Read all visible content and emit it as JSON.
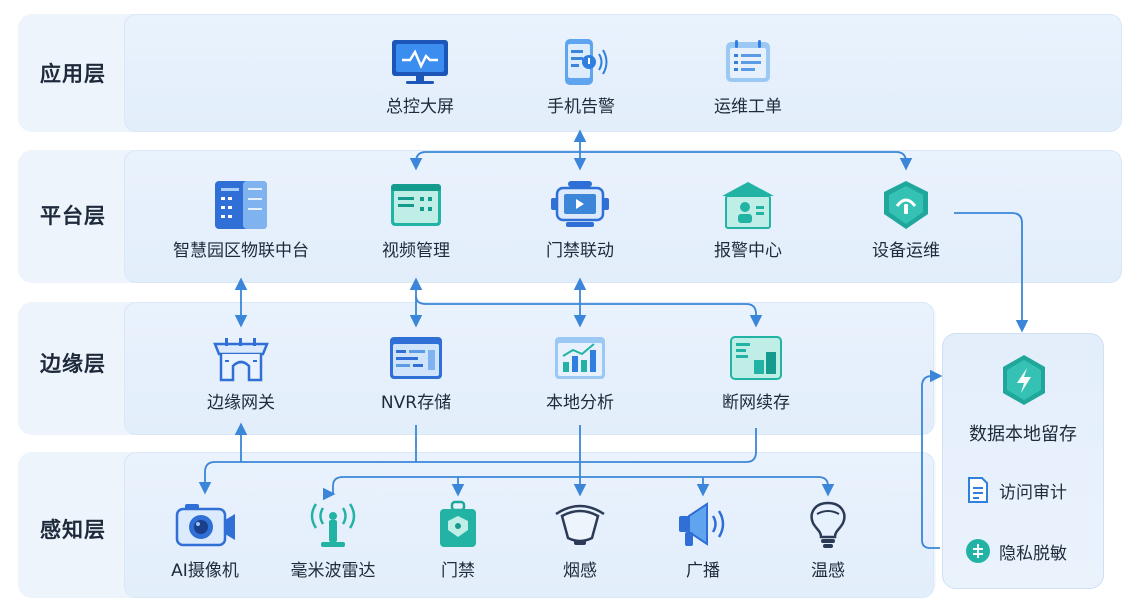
{
  "layers": {
    "app": "应用层",
    "platform": "平台层",
    "edge": "边缘层",
    "sense": "感知层"
  },
  "app_nodes": [
    "总控大屏",
    "手机告警",
    "运维工单"
  ],
  "platform_nodes": [
    "智慧园区物联中台",
    "视频管理",
    "门禁联动",
    "报警中心",
    "设备运维"
  ],
  "edge_nodes": [
    "边缘网关",
    "NVR存储",
    "本地分析",
    "断网续存"
  ],
  "sense_nodes": [
    "AI摄像机",
    "毫米波雷达",
    "门禁",
    "烟感",
    "广播",
    "温感"
  ],
  "side_panel": {
    "title": "数据本地留存",
    "items": [
      "访问审计",
      "隐私脱敏"
    ]
  },
  "icons": {
    "app": [
      "monitor-icon",
      "phone-alert-icon",
      "work-order-icon"
    ],
    "platform": [
      "server-icon",
      "video-panel-icon",
      "access-control-icon",
      "alarm-center-icon",
      "maintenance-shield-icon"
    ],
    "edge": [
      "gateway-icon",
      "nvr-storage-icon",
      "analysis-chart-icon",
      "offline-storage-icon"
    ],
    "sense": [
      "camera-icon",
      "radar-icon",
      "door-lock-icon",
      "smoke-detector-icon",
      "speaker-icon",
      "temperature-icon"
    ]
  },
  "colors": {
    "accent_blue": "#2f7fe0",
    "accent_teal": "#1fb5a8",
    "line": "#3b86d8"
  }
}
